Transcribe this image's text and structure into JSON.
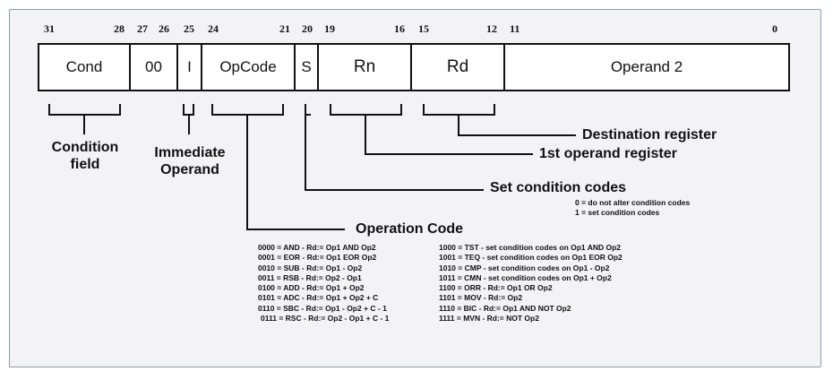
{
  "bits": [
    "31",
    "28",
    "27",
    "26",
    "25",
    "24",
    "21",
    "20",
    "19",
    "16",
    "15",
    "12",
    "11",
    "0"
  ],
  "fields": {
    "cond": "Cond",
    "zero": "00",
    "imm": "I",
    "opcode": "OpCode",
    "s": "S",
    "rn": "Rn",
    "rd": "Rd",
    "operand2": "Operand 2"
  },
  "labels": {
    "condition_field_1": "Condition",
    "condition_field_2": "field",
    "immediate_1": "Immediate",
    "immediate_2": "Operand",
    "destination": "Destination register",
    "first_operand": "1st operand register",
    "set_cc": "Set condition codes",
    "set_cc_0": "0 = do not alter condition codes",
    "set_cc_1": "1 = set condition codes",
    "opcode": "Operation Code"
  },
  "opcodes_left": [
    "0000 = AND - Rd:= Op1 AND Op2",
    "0001 = EOR - Rd:= Op1 EOR Op2",
    "0010 = SUB - Rd:= Op1 - Op2",
    "0011 = RSB - Rd:= Op2 - Op1",
    "0100 = ADD - Rd:= Op1 + Op2",
    "0101 = ADC - Rd:= Op1 + Op2 + C",
    "0110 = SBC - Rd:= Op1 - Op2 + C - 1",
    "0111 = RSC - Rd:= Op2 - Op1 + C - 1"
  ],
  "opcodes_right": [
    "1000 = TST - set condition codes on Op1 AND Op2",
    "1001 = TEQ - set condition codes on Op1 EOR Op2",
    "1010 = CMP - set condition codes on Op1 - Op2",
    "1011 = CMN - set condition codes on Op1 + Op2",
    "1100 = ORR - Rd:= Op1 OR Op2",
    "1101 = MOV - Rd:= Op2",
    "1110 = BIC - Rd:= Op1 AND NOT Op2",
    "1111 = MVN - Rd:= NOT Op2"
  ]
}
